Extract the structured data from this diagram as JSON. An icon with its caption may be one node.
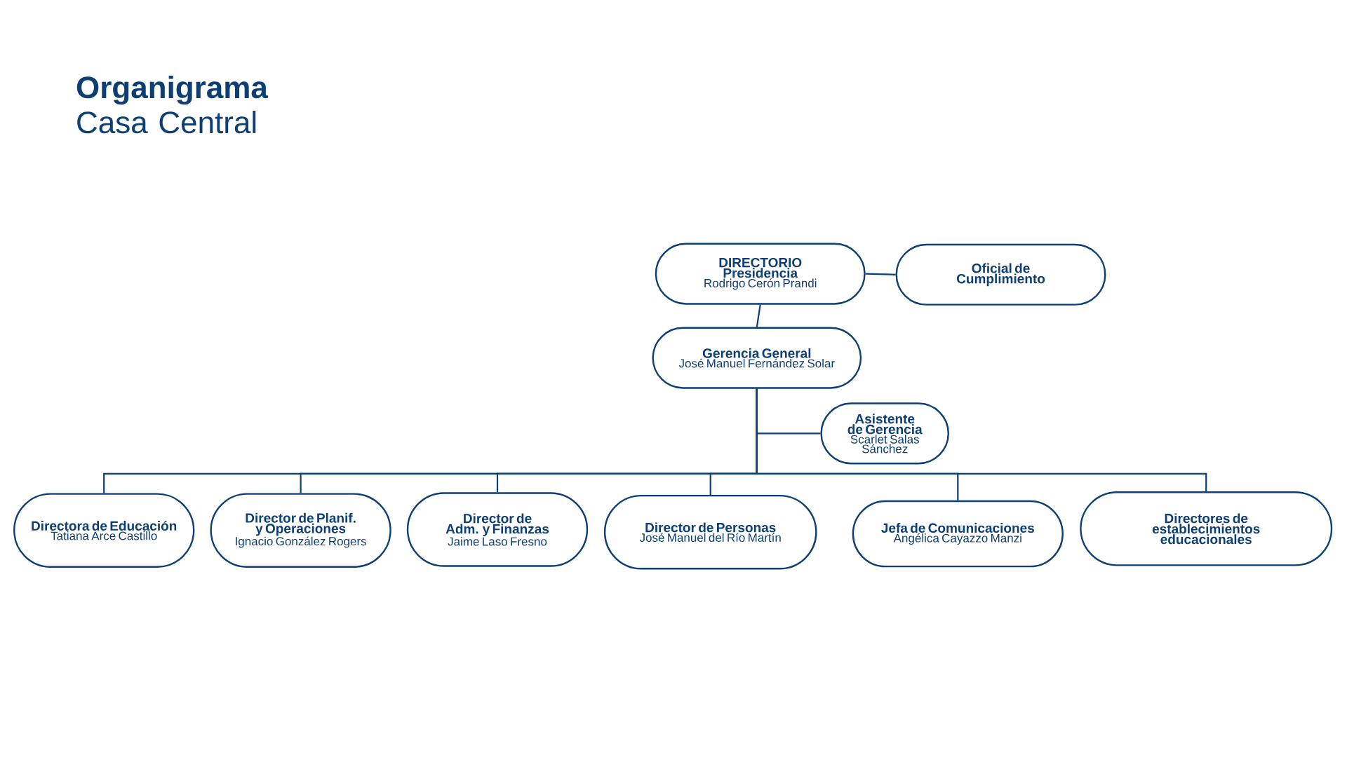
{
  "diagram": {
    "title": "**Organigrama** Casa Central",
    "nodes": [
      {
        "text": [
          "DIRECTORIO",
          "Presidencia",
          "Rodrigo Cerón Prandi"
        ]
      },
      {
        "text": [
          "Oficial de Cumplimiento"
        ]
      },
      {
        "text": [
          "Gerencia General",
          "José Manuel Fernández Solar"
        ]
      },
      {
        "text": [
          "Asistente de Gerencia",
          "Scarlet Salas Sánchez"
        ]
      },
      {
        "text": [
          "Directora de Educación",
          "Tatiana Arce Castillo"
        ]
      },
      {
        "text": [
          "Director de Planif. y Operaciones",
          "Ignacio González Rogers"
        ]
      },
      {
        "text": [
          "Director de Adm. y Finanzas",
          "Jaime Laso Fresno"
        ]
      },
      {
        "text": [
          "Director de Personas",
          "José Manuel del Río Martín"
        ]
      },
      {
        "text": [
          "Jefa de Comunicaciones",
          "Angélica Cayazzo Manzi"
        ]
      },
      {
        "text": [
          "Directores de establecimientos educacionales"
        ]
      }
    ],
    "edges": [
      {
        "from": 0,
        "to": 1,
        "arrow": "none"
      },
      {
        "from": 0,
        "to": 2,
        "arrow": "none"
      },
      {
        "from": 2,
        "to": 3,
        "arrow": "none"
      },
      {
        "from": 2,
        "to": 4,
        "arrow": "none"
      },
      {
        "from": 2,
        "to": 5,
        "arrow": "none"
      },
      {
        "from": 2,
        "to": 6,
        "arrow": "none"
      },
      {
        "from": 2,
        "to": 7,
        "arrow": "none"
      },
      {
        "from": 2,
        "to": 8,
        "arrow": "none"
      },
      {
        "from": 2,
        "to": 9,
        "arrow": "none"
      }
    ]
  }
}
